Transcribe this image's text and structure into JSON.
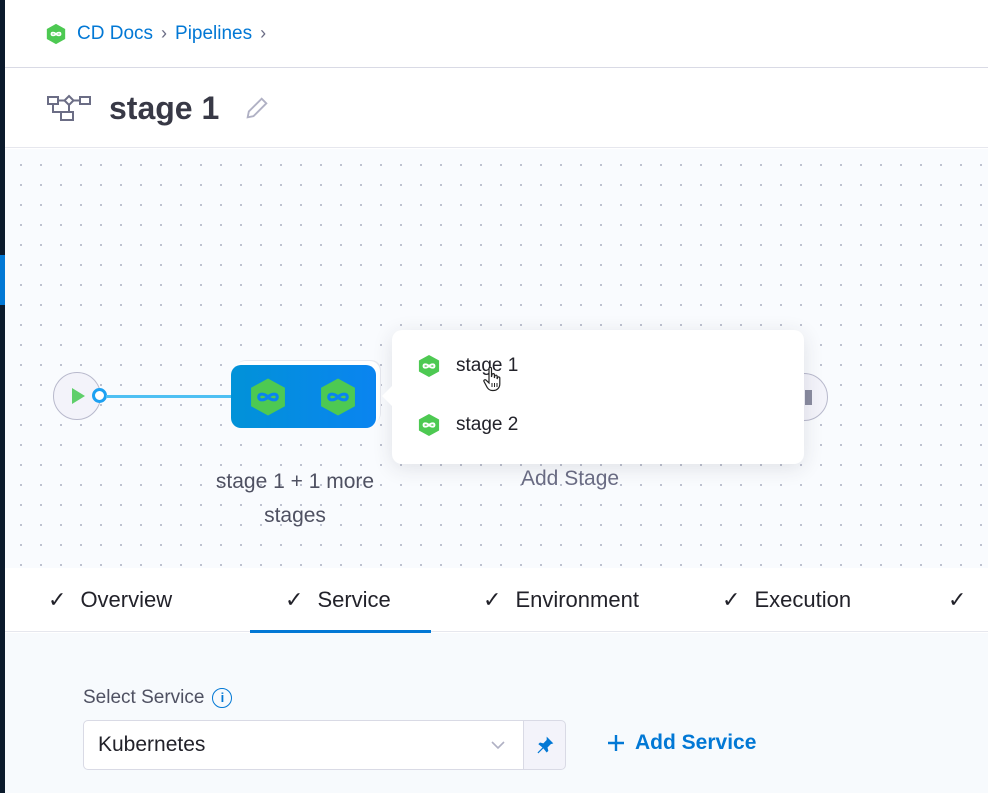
{
  "breadcrumb": {
    "items": [
      {
        "label": "CD Docs"
      },
      {
        "label": "Pipelines"
      }
    ]
  },
  "header": {
    "title": "stage 1"
  },
  "canvas": {
    "group_label": "stage 1 + 1 more stages",
    "add_stage_label": "Add Stage",
    "popup": {
      "items": [
        {
          "label": "stage 1"
        },
        {
          "label": "stage 2"
        }
      ]
    }
  },
  "tabs": [
    {
      "label": "Overview",
      "active": false
    },
    {
      "label": "Service",
      "active": true
    },
    {
      "label": "Environment",
      "active": false
    },
    {
      "label": "Execution",
      "active": false
    }
  ],
  "form": {
    "select_service_label": "Select Service",
    "service_value": "Kubernetes",
    "add_service_label": "Add Service"
  },
  "colors": {
    "accent": "#0278d5",
    "stage_green": "#4dc952",
    "node_blue": "#0a84f0"
  }
}
